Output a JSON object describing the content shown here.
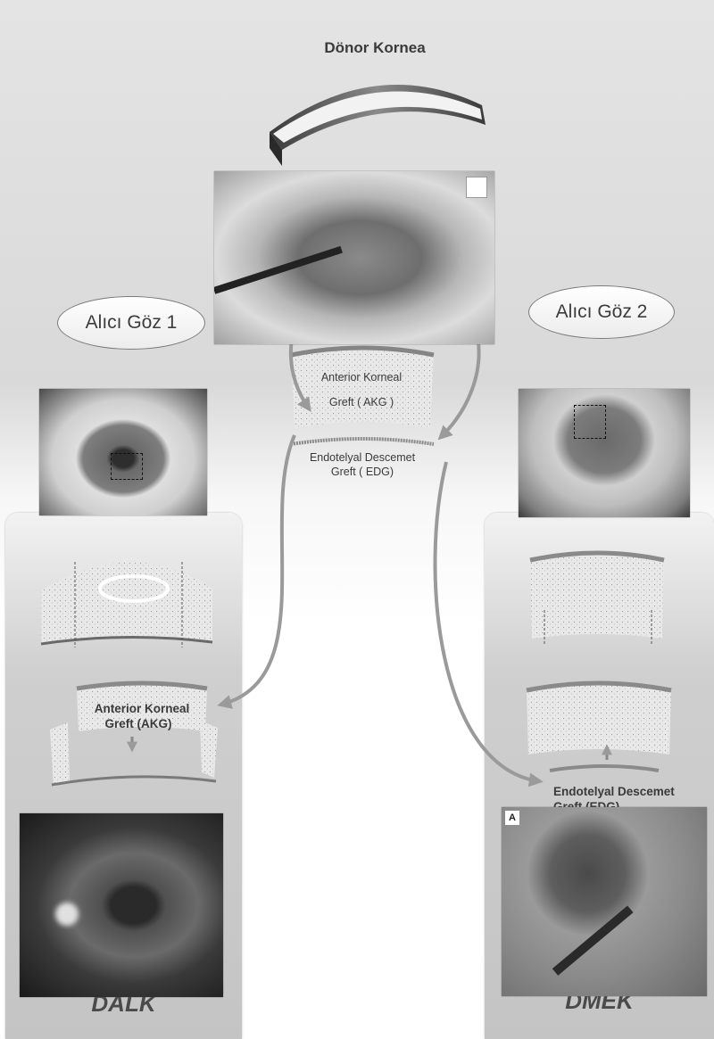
{
  "donor": {
    "title": "Dönor Kornea"
  },
  "left_eye": {
    "label": "Alıcı Göz 1"
  },
  "right_eye": {
    "label": "Alıcı Göz 2"
  },
  "center_grafts": {
    "akg_line1": "Anterior Korneal",
    "akg_line2": "Greft ( AKG )",
    "edg_line1": "Endotelyal Descemet",
    "edg_line2": "Greft ( EDG)"
  },
  "dalk_panel": {
    "title": "DALK",
    "akg_line1": "Anterior Korneal",
    "akg_line2": "Greft (AKG)"
  },
  "dmek_panel": {
    "title": "DMEK",
    "edg_line1": "Endotelyal Descemet",
    "edg_line2": "Greft (EDG)",
    "photo_tag": "A"
  },
  "colors": {
    "arrow": "#9a9a9a",
    "tissue": "#e6e6e6",
    "tissue_top": "#888888",
    "panel": "#c8c8c8"
  }
}
